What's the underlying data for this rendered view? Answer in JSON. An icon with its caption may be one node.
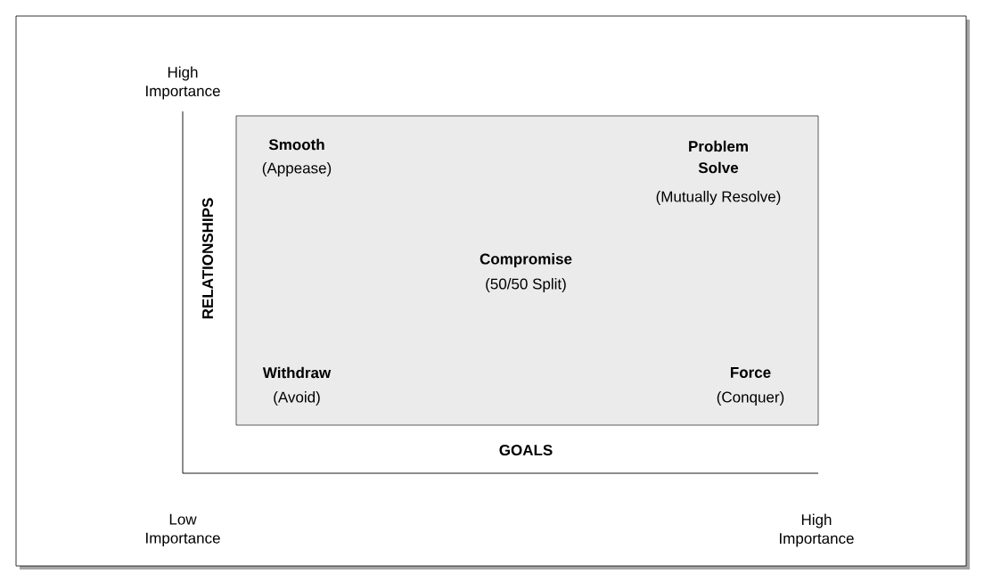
{
  "diagram": {
    "labels": [
      "High Importance",
      "Smooth",
      "(Appease)",
      "Problem Solve",
      "(Mutually Resolve)",
      "RELATIONSHIPS",
      "Compromise",
      "(50/50 Split)",
      "Withdraw",
      "(Avoid)",
      "Force",
      "(Conquer)",
      "GOALS",
      "Low Importance",
      "High Importance"
    ]
  }
}
